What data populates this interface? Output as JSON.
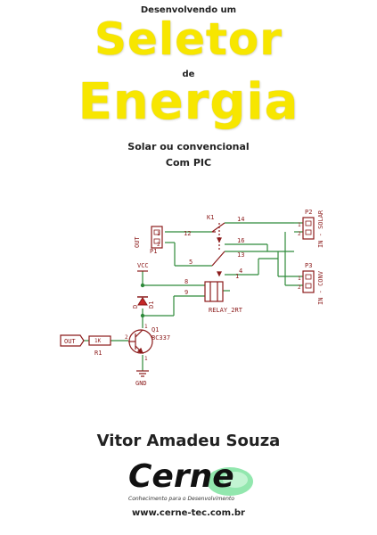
{
  "cover": {
    "pre_title": "Desenvolvendo um",
    "title_1": "Seletor",
    "connector": "de",
    "title_2": "Energia",
    "subtitle_1": "Solar ou convencional",
    "subtitle_2": "Com PIC"
  },
  "schematic": {
    "k1": "K1",
    "pin_14": "14",
    "pin_12": "12",
    "pin_16": "16",
    "pin_5": "5",
    "pin_4": "4",
    "pin_13": "13",
    "pin_8": "8",
    "pin_9": "9",
    "pin_1": "1",
    "relay": "RELAY_2RT",
    "out_label": "OUT",
    "p1": "P1",
    "p2": "P2",
    "p3": "P3",
    "vcc": "VCC",
    "d_label": "D",
    "d1": "D1",
    "q1": "Q1",
    "bc337": "BC337",
    "gnd": "GND",
    "r1": "R1",
    "r_value": "1K",
    "out_flag": "OUT",
    "in_solar": "IN - SOLAR",
    "in_conv": "IN - CONV",
    "pin1": "1",
    "pin2": "2"
  },
  "footer": {
    "author": "Vitor Amadeu Souza",
    "logo_text": "Cerne",
    "logo_tagline": "Conhecimento para o Desenvolvimento",
    "url": "www.cerne-tec.com.br"
  },
  "colors": {
    "title_yellow": "#f7e600",
    "wire": "#2e8a3a",
    "component": "#8b1a1a",
    "diode_fill": "#c62828",
    "logo_green": "#7fe3a0"
  }
}
